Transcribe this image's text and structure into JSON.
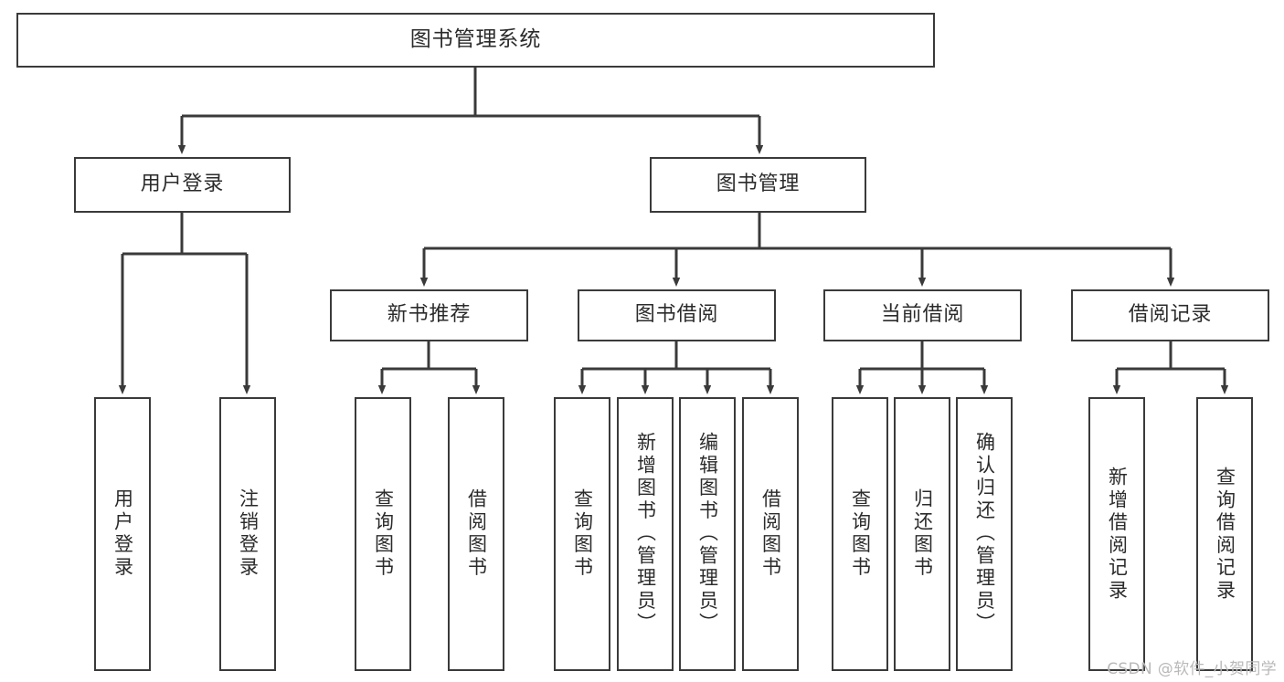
{
  "diagram": {
    "title": "图书管理系统",
    "type": "hierarchy-tree",
    "background_color": "#ffffff",
    "box_border_color": "#3a3a3a",
    "text_color": "#2b2b2b",
    "connector_color": "#3a3a3a"
  },
  "root": {
    "label": "图书管理系统"
  },
  "level2": [
    {
      "label": "用户登录"
    },
    {
      "label": "图书管理"
    }
  ],
  "level3": [
    {
      "label": "新书推荐"
    },
    {
      "label": "图书借阅"
    },
    {
      "label": "当前借阅"
    },
    {
      "label": "借阅记录"
    }
  ],
  "leaves": {
    "user_login": [
      {
        "label": "用户登录"
      },
      {
        "label": "注销登录"
      }
    ],
    "new_book_recommend": [
      {
        "label": "查询图书"
      },
      {
        "label": "借阅图书"
      }
    ],
    "book_borrow": [
      {
        "label": "查询图书"
      },
      {
        "label": "新增图书（管理员）"
      },
      {
        "label": "编辑图书（管理员）"
      },
      {
        "label": "借阅图书"
      }
    ],
    "current_borrow": [
      {
        "label": "查询图书"
      },
      {
        "label": "归还图书"
      },
      {
        "label": "确认归还（管理员）"
      }
    ],
    "borrow_record": [
      {
        "label": "新增借阅记录"
      },
      {
        "label": "查询借阅记录"
      }
    ]
  },
  "watermark": {
    "text": "CSDN @软件_小贺同学"
  }
}
